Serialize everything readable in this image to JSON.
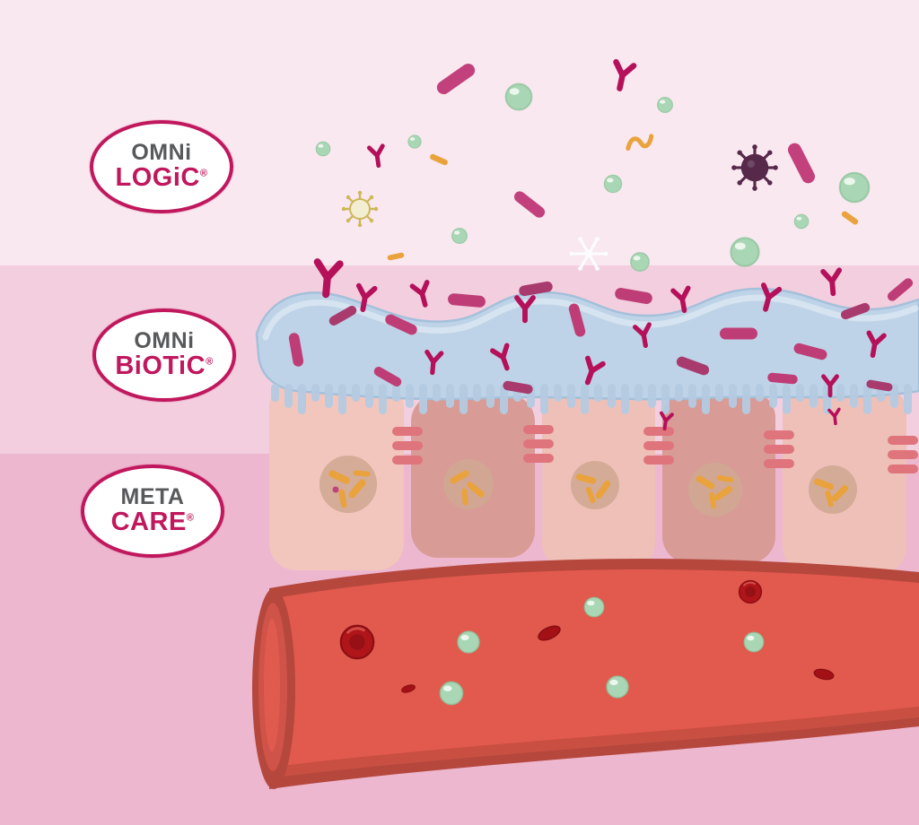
{
  "logos": [
    {
      "line1": "OMNi",
      "line2": "LOGiC",
      "reg": "®"
    },
    {
      "line1": "OMNi",
      "line2": "BiOTiC",
      "reg": "®"
    },
    {
      "line1": "META",
      "line2": "CARE",
      "reg": "®"
    }
  ],
  "colors": {
    "band_top": "#f9e8f0",
    "band_middle": "#f3cede",
    "band_bottom": "#edb7cf",
    "brand_magenta": "#c0175d",
    "logo_gray": "#58595b",
    "mucus_blue": "#bed3e7",
    "mucus_fringe": "#b5cbe2",
    "cell_light": "#efc0b7",
    "cell_dark": "#d89b95",
    "tight_junction": "#df747c",
    "vesicle_tan": "#d0a994",
    "vessel_red": "#e2594d",
    "vessel_rim": "#b5473d",
    "rbc_red": "#b0151a",
    "probiotic_green": "#a9d6b4",
    "bacteria_pink": "#c2417c",
    "microbe_yellow": "#eaa23c",
    "antibody_magenta": "#b5105a",
    "virus_purple": "#56284a"
  }
}
